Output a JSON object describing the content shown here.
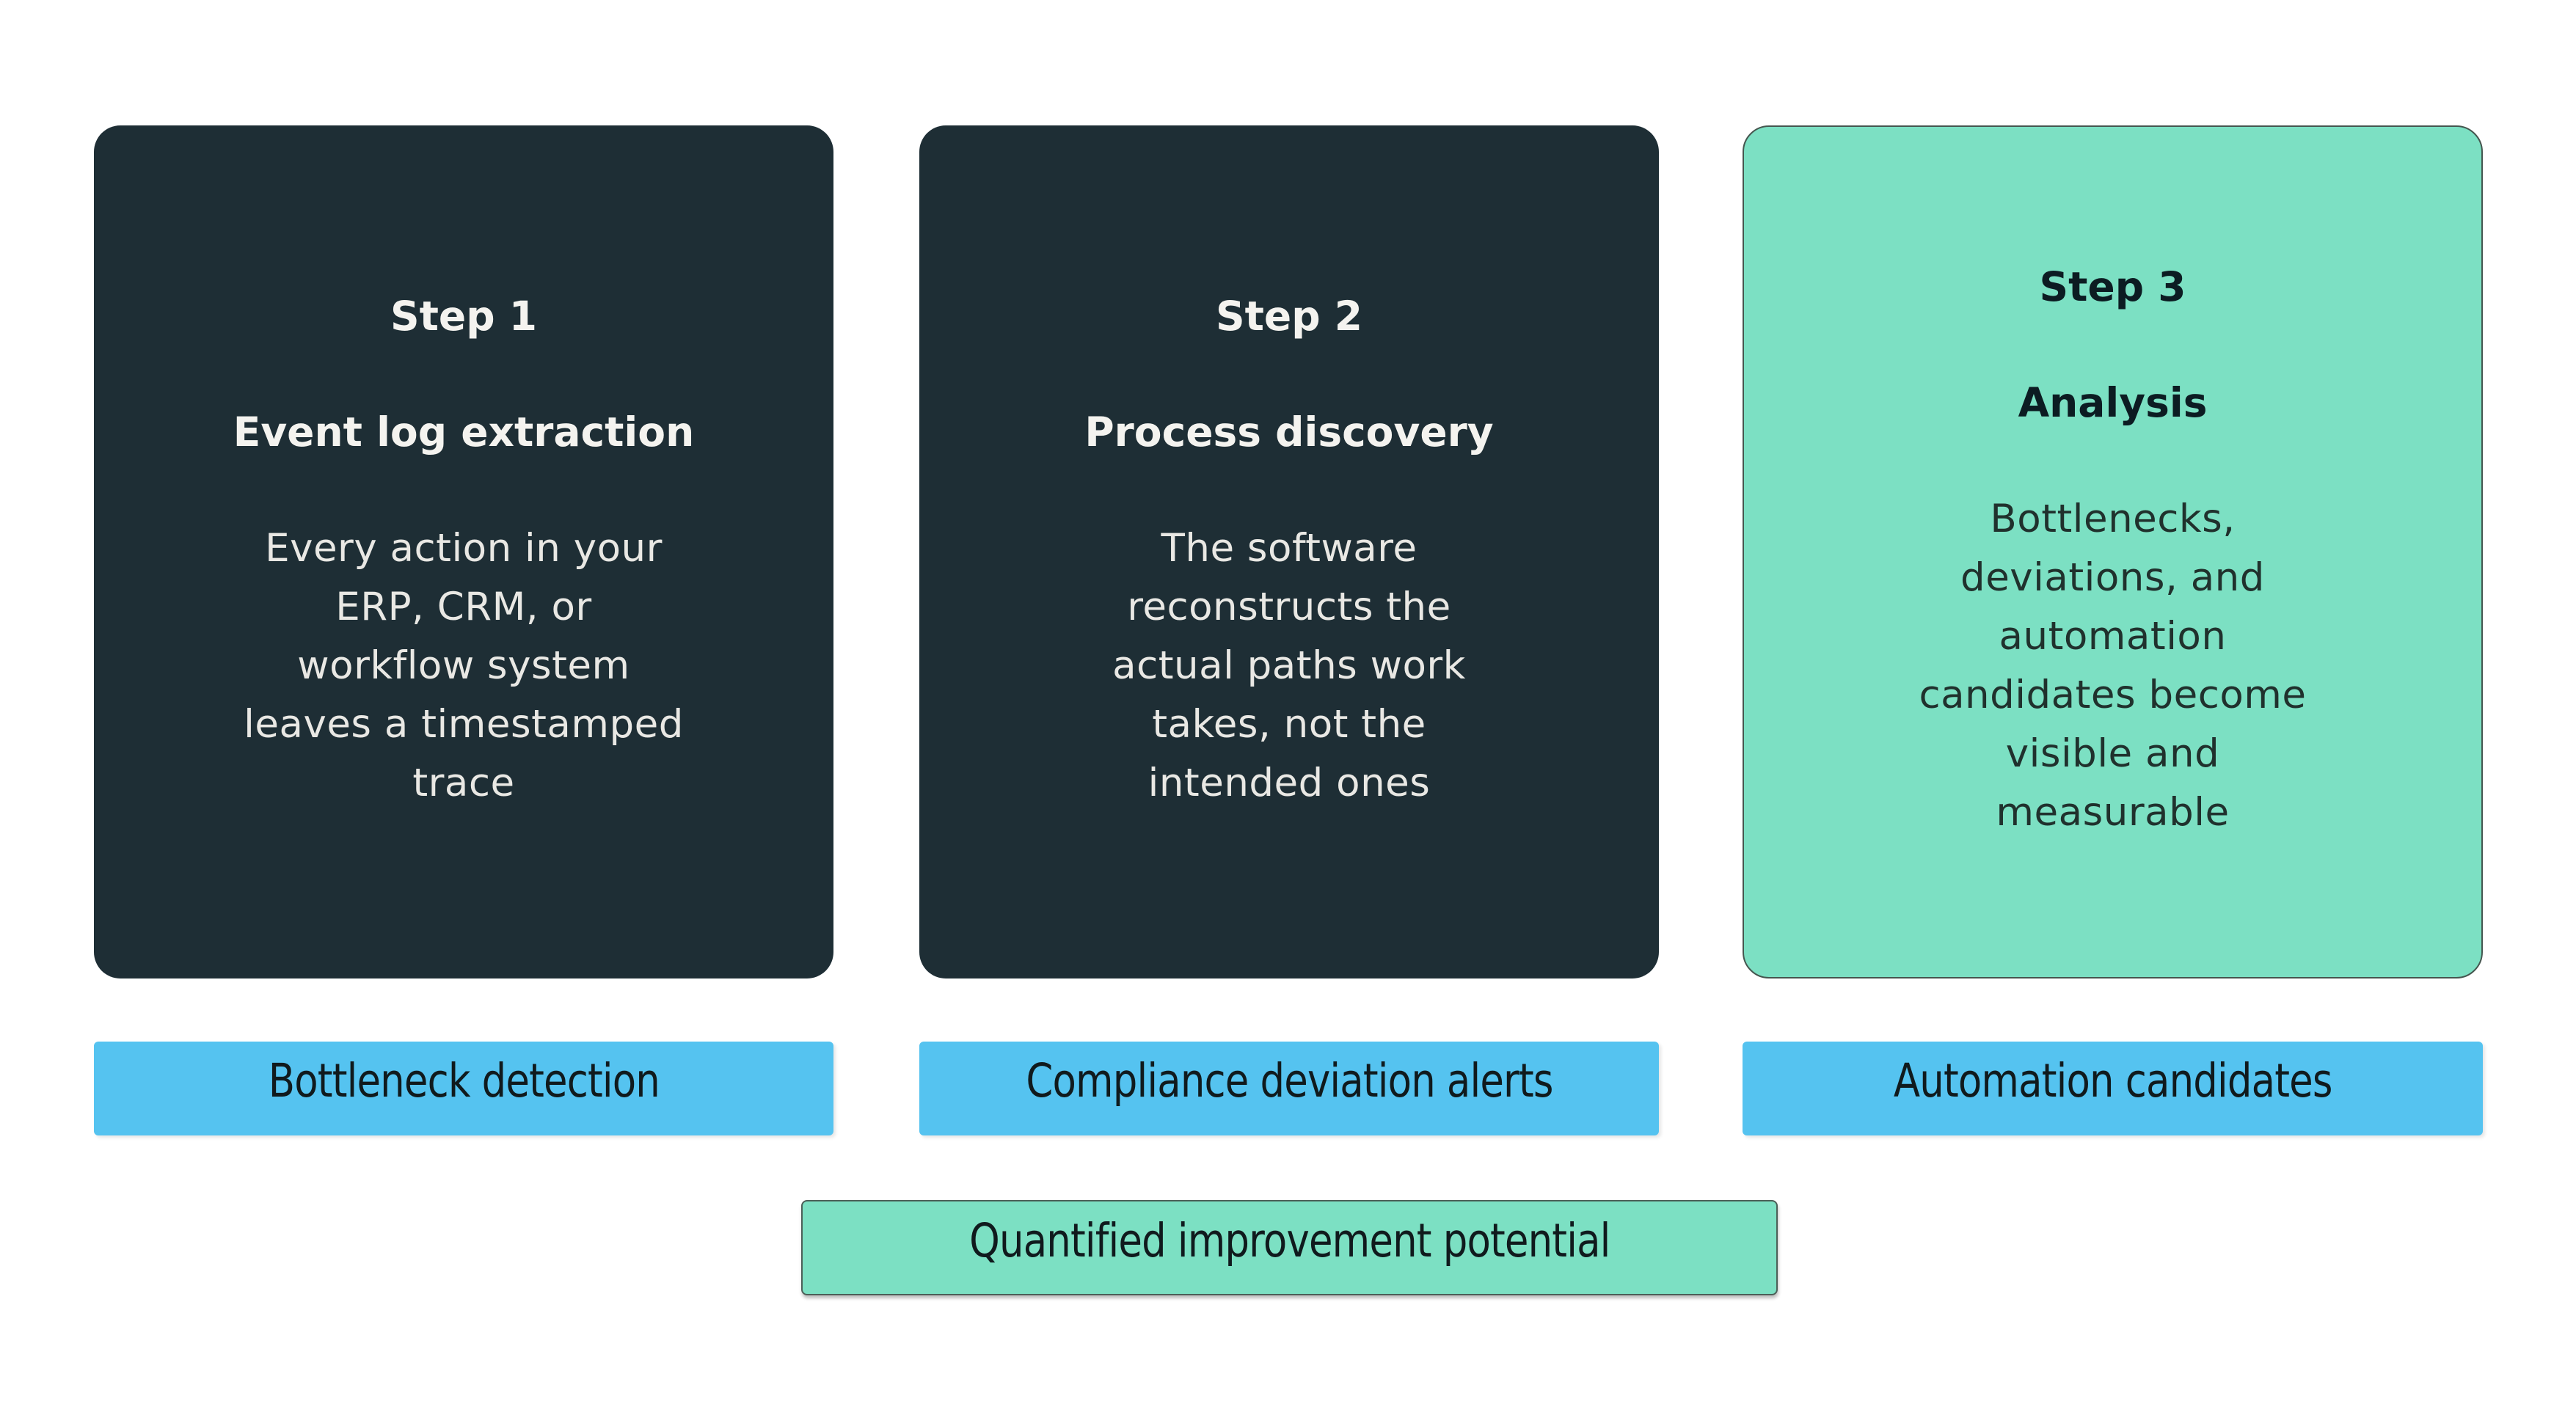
{
  "colors": {
    "background": "#ffffff",
    "card_dark": "#1e2e35",
    "card_dark_text": "#f4f3ef",
    "card_highlight": "#7ce0c3",
    "card_highlight_border": "#45564f",
    "card_highlight_text": "#0c1c22",
    "tag_blue": "#55c3f0",
    "tag_text": "#101a1d",
    "footer_green": "#7ce0c3",
    "footer_border": "#4c5f58"
  },
  "steps": [
    {
      "step_label": "Step 1",
      "title": "Event log extraction",
      "body": "Every action in your\nERP, CRM, or\nworkflow system\nleaves a timestamped\ntrace",
      "tag": "Bottleneck detection"
    },
    {
      "step_label": "Step 2",
      "title": "Process discovery",
      "body": "The software\nreconstructs the\nactual paths work\ntakes, not the\nintended ones",
      "tag": "Compliance deviation alerts"
    },
    {
      "step_label": "Step 3",
      "title": "Analysis",
      "body": "Bottlenecks,\ndeviations, and\nautomation\ncandidates become\nvisible and\nmeasurable",
      "tag": "Automation candidates"
    }
  ],
  "footer": {
    "label": "Quantified improvement potential"
  }
}
